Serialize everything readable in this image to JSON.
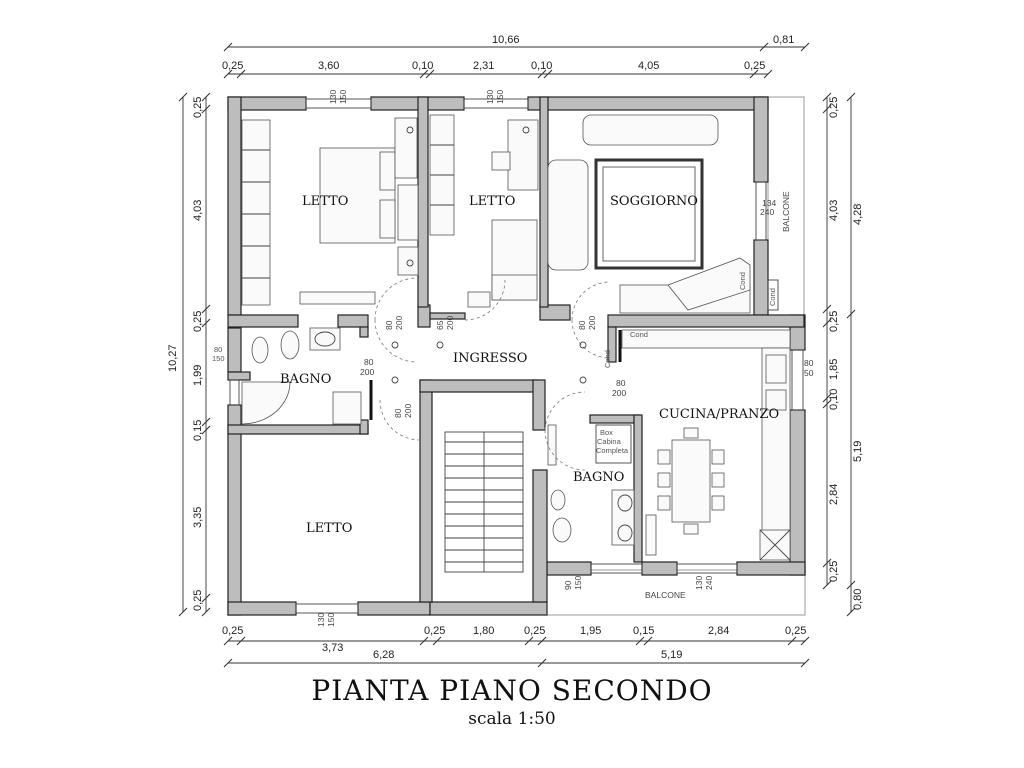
{
  "plan": {
    "title": "PIANTA PIANO SECONDO",
    "scale": "scala 1:50",
    "rooms": {
      "letto_1": "LETTO",
      "letto_2": "LETTO",
      "letto_3": "LETTO",
      "soggiorno": "SOGGIORNO",
      "ingresso": "INGRESSO",
      "bagno_1": "BAGNO",
      "bagno_2": "BAGNO",
      "cucina": "CUCINA/PRANZO",
      "balcone_1": "BALCONE",
      "balcone_2": "BALCONE"
    },
    "dims_top": {
      "total": "10,66",
      "extra": "0,81",
      "d1": "0,25",
      "d2": "3,60",
      "d3": "0,10",
      "d4": "2,31",
      "d5": "0,10",
      "d6": "4,05",
      "d7": "0,25"
    },
    "dims_bottom": {
      "d1": "0,25",
      "d2": "3,73",
      "d3": "0,25",
      "d4": "1,80",
      "d5": "0,25",
      "d6": "1,95",
      "d7": "0,15",
      "d8": "2,84",
      "d9": "0,25",
      "total_left": "6,28",
      "total_right": "5,19"
    },
    "dims_left": {
      "total": "10,27",
      "d1": "0,25",
      "d2": "4,03",
      "d3": "0,25",
      "d4": "1,99",
      "d5": "0,15",
      "d6": "3,35",
      "d7": "0,25",
      "window": "80",
      "window_h": "150"
    },
    "dims_right": {
      "total_top": "4,28",
      "total_mid": "5,19",
      "total_bot": "0,80",
      "d1": "0,25",
      "d2": "4,03",
      "d3": "0,25",
      "d4": "1,85",
      "d5": "0,10",
      "d6": "2,84",
      "d7": "0,25"
    },
    "openings": {
      "w1a": "130",
      "w1b": "150",
      "w2a": "130",
      "w2b": "150",
      "w3a": "130",
      "w3b": "150",
      "w4a": "90",
      "w4b": "150",
      "w5a": "130",
      "w5b": "240",
      "w6a": "134",
      "w6b": "240",
      "w7a": "80",
      "w7b": "50",
      "d1a": "80",
      "d1b": "200",
      "d2a": "65",
      "d2b": "200",
      "d3a": "80",
      "d3b": "200",
      "d4a": "80",
      "d4b": "200",
      "d5a": "80",
      "d5b": "200",
      "d6a": "80",
      "d6b": "200"
    },
    "labels": {
      "cond_1": "Cond",
      "cond_2": "Cond",
      "cond_3": "Cond",
      "cond_4": "Cond",
      "box_1": "Box",
      "box_2": "Cabina",
      "box_3": "Completa"
    }
  }
}
